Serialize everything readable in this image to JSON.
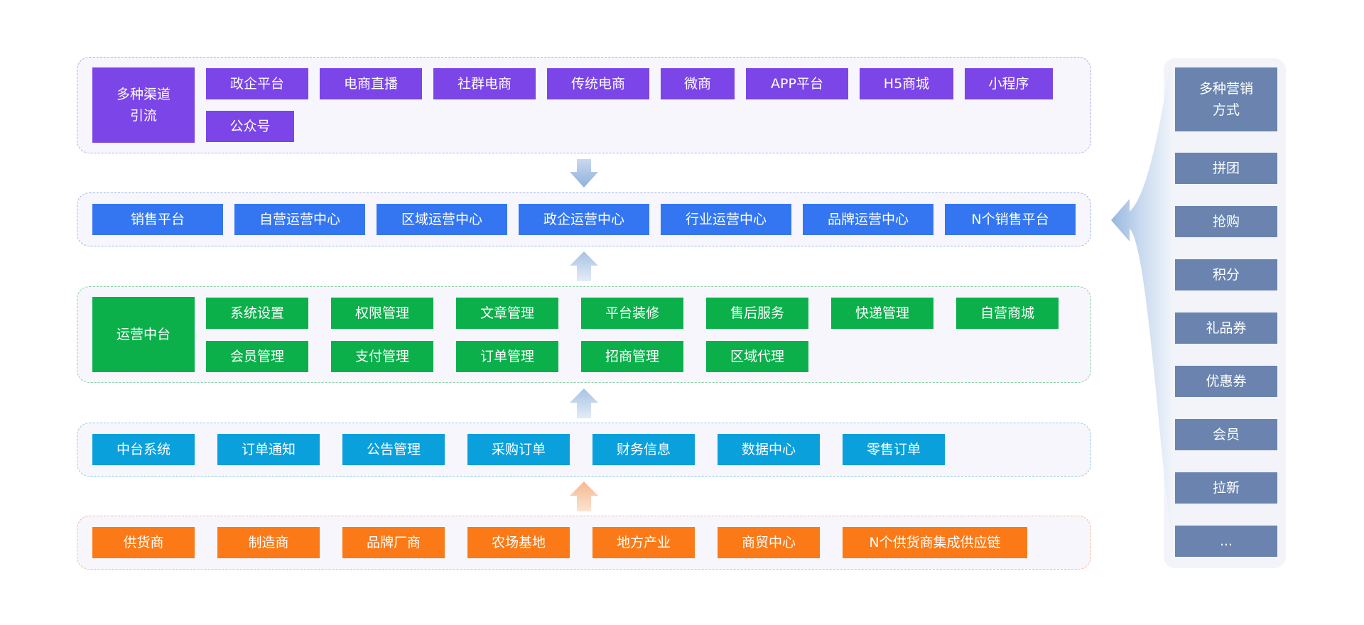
{
  "layers": [
    {
      "id": "channels",
      "color": "#7b45e8",
      "border": "#b7a6ee",
      "title": "多种渠道\n引流",
      "items": [
        "政企平台",
        "电商直播",
        "社群电商",
        "传统电商",
        "微商",
        "APP平台",
        "H5商城",
        "小程序",
        "公众号"
      ]
    },
    {
      "id": "sales",
      "color": "#3476f2",
      "border": "#9db5f0",
      "items": [
        "销售平台",
        "自营运营中心",
        "区域运营中心",
        "政企运营中心",
        "行业运营中心",
        "品牌运营中心",
        "N个销售平台"
      ]
    },
    {
      "id": "operations",
      "color": "#0bb04a",
      "border": "#86d2a2",
      "title": "运营中台",
      "items": [
        "系统设置",
        "权限管理",
        "文章管理",
        "平台装修",
        "售后服务",
        "快递管理",
        "自营商城",
        "会员管理",
        "支付管理",
        "订单管理",
        "招商管理",
        "区域代理"
      ]
    },
    {
      "id": "middle",
      "color": "#0aa0dc",
      "border": "#8ecbe8",
      "items": [
        "中台系统",
        "订单通知",
        "公告管理",
        "采购订单",
        "财务信息",
        "数据中心",
        "零售订单"
      ]
    },
    {
      "id": "suppliers",
      "color": "#fb7a17",
      "border": "#f4b991",
      "items": [
        "供货商",
        "制造商",
        "品牌厂商",
        "农场基地",
        "地方产业",
        "商贸中心",
        "N个供货商集成供应链"
      ]
    }
  ],
  "marketing": {
    "color": "#6a84af",
    "title": "多种营销\n方式",
    "items": [
      "拼团",
      "抢购",
      "积分",
      "礼品券",
      "优惠券",
      "会员",
      "拉新",
      "..."
    ]
  }
}
